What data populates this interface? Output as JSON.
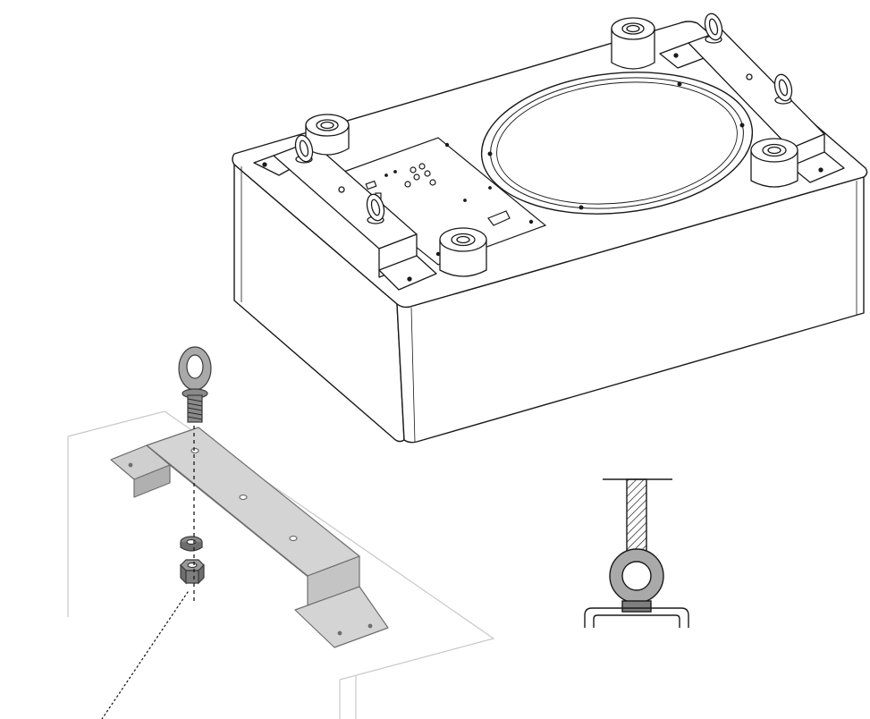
{
  "colors": {
    "line": "#1a1a1a",
    "faint": "#c8c8c8",
    "bracket_fill": "#cfcfcf",
    "bracket_dark": "#9a9a9a",
    "metal_fill": "#a9a9a9",
    "metal_dark": "#6e6e6e",
    "plate_fill": "#ffffff",
    "background": "#ffffff"
  },
  "diagram": {
    "subwoofer": {
      "eyebolt_count": 4,
      "foot_count": 4,
      "bracket_count": 2
    },
    "exploded_hardware": [
      "eyebolt",
      "bracket",
      "washer",
      "nut"
    ],
    "rigging_detail": [
      "cable",
      "eyebolt",
      "bracket"
    ]
  }
}
